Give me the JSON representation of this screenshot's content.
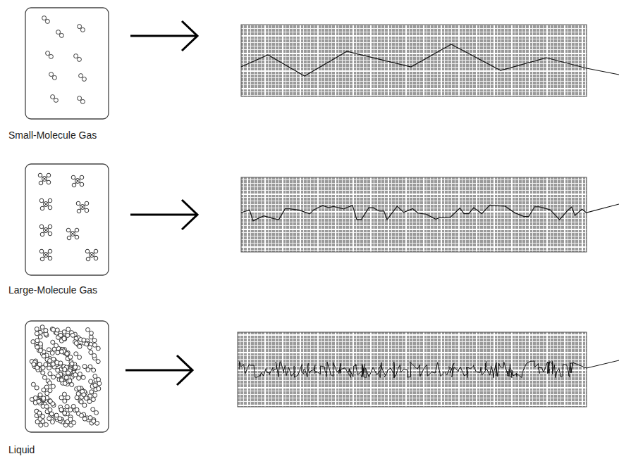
{
  "diagram": {
    "nodes": [
      {
        "text": [
          "Small-Molecule Gas"
        ]
      },
      {
        "text": [
          "Large-Molecule Gas"
        ]
      },
      {
        "text": [
          "Liquid"
        ]
      }
    ]
  }
}
